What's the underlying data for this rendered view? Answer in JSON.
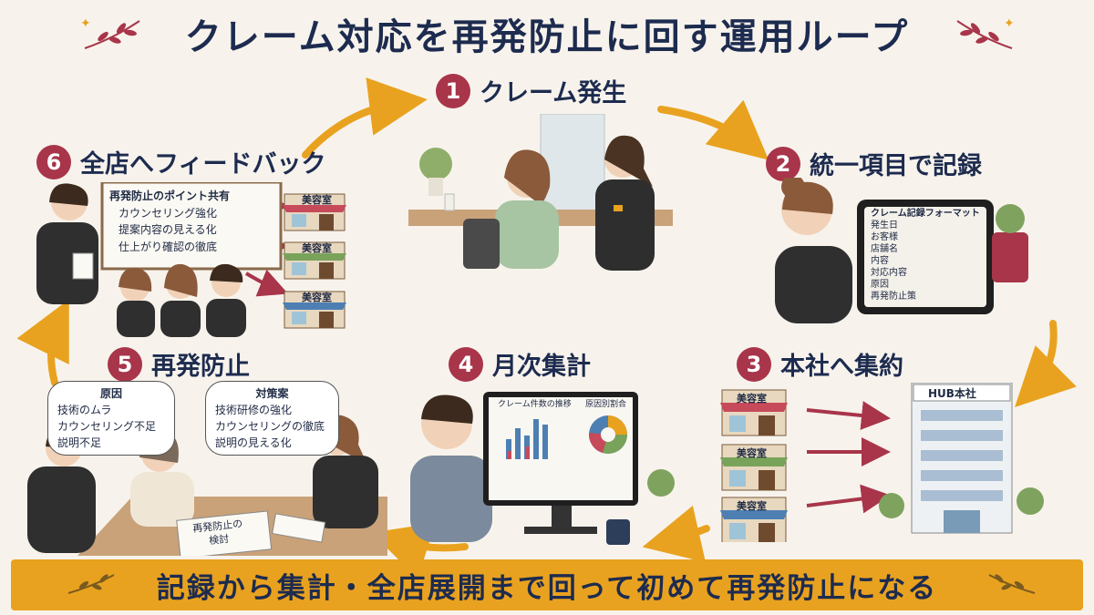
{
  "title": "クレーム対応を再発防止に回す運用ループ",
  "steps": [
    {
      "num": "1",
      "label": "クレーム発生"
    },
    {
      "num": "2",
      "label": "統一項目で記録"
    },
    {
      "num": "3",
      "label": "本社へ集約"
    },
    {
      "num": "4",
      "label": "月次集計"
    },
    {
      "num": "5",
      "label": "再発防止"
    },
    {
      "num": "6",
      "label": "全店へフィードバック"
    }
  ],
  "record_form": {
    "title": "クレーム記録フォーマット",
    "fields": [
      "発生日",
      "お客様",
      "店舗名",
      "内容",
      "対応内容",
      "原因",
      "再発防止策"
    ]
  },
  "shop_label": "美容室",
  "hub_label": "HUB本社",
  "monthly": {
    "chart1_title": "クレーム件数の推移",
    "chart2_title": "原因別割合"
  },
  "prevention": {
    "cause_title": "原因",
    "causes": [
      "技術のムラ",
      "カウンセリング不足",
      "説明不足"
    ],
    "measure_title": "対策案",
    "measures": [
      "技術研修の強化",
      "カウンセリングの徹底",
      "説明の見える化"
    ],
    "paper_line1": "再発防止の",
    "paper_line2": "検討"
  },
  "feedback": {
    "board_title": "再発防止のポイント共有",
    "points": [
      "カウンセリング強化",
      "提案内容の見える化",
      "仕上がり確認の徹底"
    ]
  },
  "banner": "記録から集計・全店展開まで回って初めて再発防止になる",
  "colors": {
    "accent": "#a8354a",
    "arrow": "#e9a21f",
    "banner": "#e9a21f",
    "navy": "#1d2b4f"
  }
}
